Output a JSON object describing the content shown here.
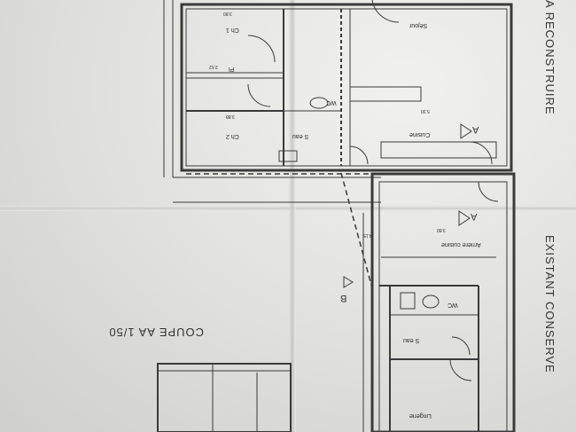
{
  "rooms": {
    "sejour": "Séjour",
    "ch1": "Ch 1",
    "ch2": "Ch 2",
    "pl": "Pl",
    "wc_top": "WC",
    "seau_top": "S eau",
    "cuisine": "Cuisine",
    "arriere_cuisine": "Arrière cuisine",
    "wc_bottom": "WC",
    "seau_bottom": "S eau",
    "lingerie": "Lingerie"
  },
  "headings": {
    "reconstruire": "A RECONSTRUIRE",
    "existant": "EXISTANT CONSERVE",
    "coupe": "COUPE AA 1/50"
  },
  "section_marks": {
    "a_top": "A",
    "a_mid": "A",
    "b": "B"
  },
  "dimensions": {
    "d1": "3.80",
    "d2": "2.52",
    "d3": "3.88",
    "d4": "5.30",
    "d5": "4.15",
    "d6": "3.80"
  }
}
